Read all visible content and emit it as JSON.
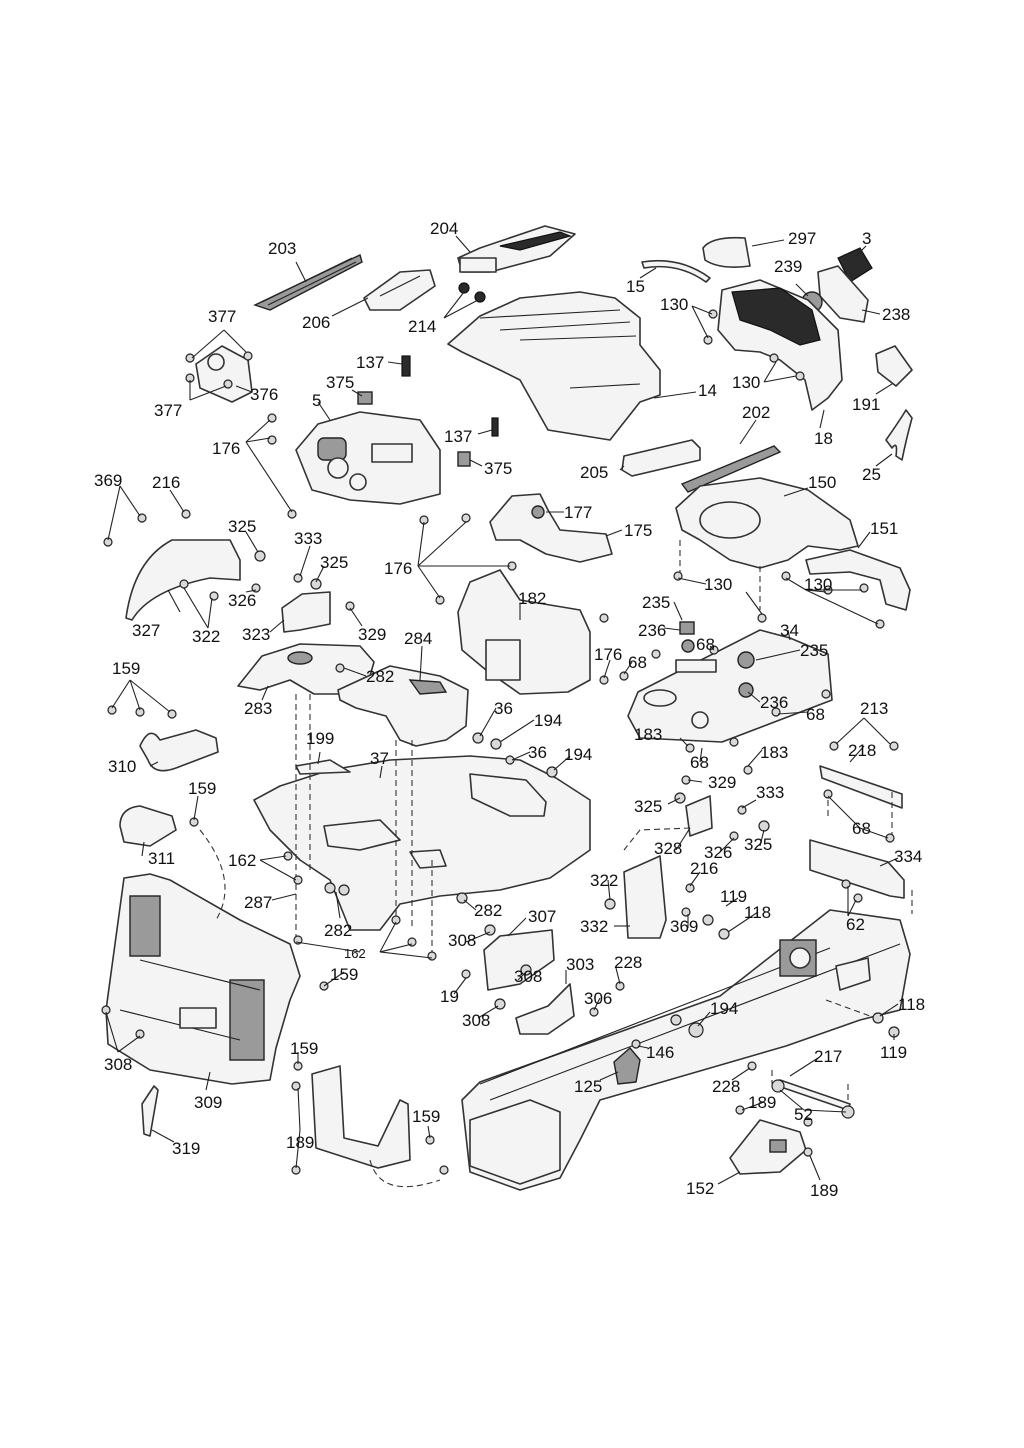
{
  "callouts": [
    {
      "id": "c203",
      "text": "203"
    },
    {
      "id": "c204",
      "text": "204"
    },
    {
      "id": "c297",
      "text": "297"
    },
    {
      "id": "c3",
      "text": "3"
    },
    {
      "id": "c15",
      "text": "15"
    },
    {
      "id": "c239",
      "text": "239"
    },
    {
      "id": "c130a",
      "text": "130"
    },
    {
      "id": "c238",
      "text": "238"
    },
    {
      "id": "c377a",
      "text": "377"
    },
    {
      "id": "c206",
      "text": "206"
    },
    {
      "id": "c214",
      "text": "214"
    },
    {
      "id": "c137a",
      "text": "137"
    },
    {
      "id": "c375a",
      "text": "375"
    },
    {
      "id": "c376",
      "text": "376"
    },
    {
      "id": "c377b",
      "text": "377"
    },
    {
      "id": "c5",
      "text": "5"
    },
    {
      "id": "c130b",
      "text": "130"
    },
    {
      "id": "c14",
      "text": "14"
    },
    {
      "id": "c191",
      "text": "191"
    },
    {
      "id": "c202",
      "text": "202"
    },
    {
      "id": "c18",
      "text": "18"
    },
    {
      "id": "c137b",
      "text": "137"
    },
    {
      "id": "c176a",
      "text": "176"
    },
    {
      "id": "c375b",
      "text": "375"
    },
    {
      "id": "c205",
      "text": "205"
    },
    {
      "id": "c25",
      "text": "25"
    },
    {
      "id": "c369a",
      "text": "369"
    },
    {
      "id": "c216a",
      "text": "216"
    },
    {
      "id": "c150",
      "text": "150"
    },
    {
      "id": "c177",
      "text": "177"
    },
    {
      "id": "c325a",
      "text": "325"
    },
    {
      "id": "c175",
      "text": "175"
    },
    {
      "id": "c151",
      "text": "151"
    },
    {
      "id": "c333a",
      "text": "333"
    },
    {
      "id": "c325b",
      "text": "325"
    },
    {
      "id": "c176b",
      "text": "176"
    },
    {
      "id": "c130c",
      "text": "130"
    },
    {
      "id": "c326a",
      "text": "326"
    },
    {
      "id": "c182",
      "text": "182"
    },
    {
      "id": "c235a",
      "text": "235"
    },
    {
      "id": "c130d",
      "text": "130"
    },
    {
      "id": "c327",
      "text": "327"
    },
    {
      "id": "c322a",
      "text": "322"
    },
    {
      "id": "c323",
      "text": "323"
    },
    {
      "id": "c329a",
      "text": "329"
    },
    {
      "id": "c284",
      "text": "284"
    },
    {
      "id": "c236a",
      "text": "236"
    },
    {
      "id": "c68a",
      "text": "68"
    },
    {
      "id": "c34",
      "text": "34"
    },
    {
      "id": "c176c",
      "text": "176"
    },
    {
      "id": "c68b",
      "text": "68"
    },
    {
      "id": "c235b",
      "text": "235"
    },
    {
      "id": "c159a",
      "text": "159"
    },
    {
      "id": "c282a",
      "text": "282"
    },
    {
      "id": "c283",
      "text": "283"
    },
    {
      "id": "c36a",
      "text": "36"
    },
    {
      "id": "c194a",
      "text": "194"
    },
    {
      "id": "c236b",
      "text": "236"
    },
    {
      "id": "c68c",
      "text": "68"
    },
    {
      "id": "c213",
      "text": "213"
    },
    {
      "id": "c199",
      "text": "199"
    },
    {
      "id": "c36b",
      "text": "36"
    },
    {
      "id": "c194b",
      "text": "194"
    },
    {
      "id": "c183a",
      "text": "183"
    },
    {
      "id": "c68d",
      "text": "68"
    },
    {
      "id": "c183b",
      "text": "183"
    },
    {
      "id": "c218",
      "text": "218"
    },
    {
      "id": "c37",
      "text": "37"
    },
    {
      "id": "c310",
      "text": "310"
    },
    {
      "id": "c329b",
      "text": "329"
    },
    {
      "id": "c159b",
      "text": "159"
    },
    {
      "id": "c333b",
      "text": "333"
    },
    {
      "id": "c325c",
      "text": "325"
    },
    {
      "id": "c68e",
      "text": "68"
    },
    {
      "id": "c328",
      "text": "328"
    },
    {
      "id": "c326b",
      "text": "326"
    },
    {
      "id": "c325d",
      "text": "325"
    },
    {
      "id": "c311",
      "text": "311"
    },
    {
      "id": "c162a",
      "text": "162"
    },
    {
      "id": "c334",
      "text": "334"
    },
    {
      "id": "c216b",
      "text": "216"
    },
    {
      "id": "c322b",
      "text": "322"
    },
    {
      "id": "c287",
      "text": "287"
    },
    {
      "id": "c119a",
      "text": "119"
    },
    {
      "id": "c282b",
      "text": "282"
    },
    {
      "id": "c118a",
      "text": "118"
    },
    {
      "id": "c307",
      "text": "307"
    },
    {
      "id": "c282c",
      "text": "282"
    },
    {
      "id": "c332",
      "text": "332"
    },
    {
      "id": "c369b",
      "text": "369"
    },
    {
      "id": "c62",
      "text": "62"
    },
    {
      "id": "c308a",
      "text": "308"
    },
    {
      "id": "c162b",
      "text": "162"
    },
    {
      "id": "c228a",
      "text": "228"
    },
    {
      "id": "c303",
      "text": "303"
    },
    {
      "id": "c159c",
      "text": "159"
    },
    {
      "id": "c308b",
      "text": "308"
    },
    {
      "id": "c19",
      "text": "19"
    },
    {
      "id": "c306",
      "text": "306"
    },
    {
      "id": "c118b",
      "text": "118"
    },
    {
      "id": "c194c",
      "text": "194"
    },
    {
      "id": "c308c",
      "text": "308"
    },
    {
      "id": "c146",
      "text": "146"
    },
    {
      "id": "c119b",
      "text": "119"
    },
    {
      "id": "c159d",
      "text": "159"
    },
    {
      "id": "c217",
      "text": "217"
    },
    {
      "id": "c308d",
      "text": "308"
    },
    {
      "id": "c125",
      "text": "125"
    },
    {
      "id": "c228b",
      "text": "228"
    },
    {
      "id": "c189a",
      "text": "189"
    },
    {
      "id": "c309",
      "text": "309"
    },
    {
      "id": "c52",
      "text": "52"
    },
    {
      "id": "c159e",
      "text": "159"
    },
    {
      "id": "c189b",
      "text": "189"
    },
    {
      "id": "c319",
      "text": "319"
    },
    {
      "id": "c152",
      "text": "152"
    },
    {
      "id": "c189c",
      "text": "189"
    }
  ]
}
